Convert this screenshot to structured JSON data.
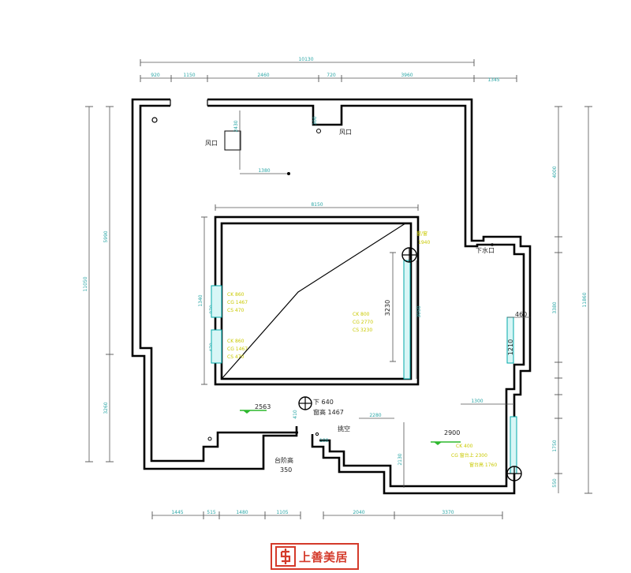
{
  "top_dims": {
    "overall": "10130",
    "segments": [
      "920",
      "1150",
      "2460",
      "720",
      "3960",
      "1345"
    ]
  },
  "bottom_dims": {
    "left_segments": [
      "1445",
      "515",
      "1480",
      "1105"
    ],
    "right_segments": [
      "2040",
      "3370"
    ]
  },
  "left_dims": {
    "overall": "11050",
    "upper": "5990",
    "lower": "3260"
  },
  "right_dims": {
    "overall": "11860",
    "segs": [
      "4000",
      "3380",
      "1750",
      "550"
    ]
  },
  "inner_dims": {
    "courtyard_width": "8150",
    "courtyard_height": "3230",
    "right_window_height": "3050",
    "vent_vertical": "2430",
    "vent_horizontal": "1380",
    "pipe_small": "300",
    "left_dim_a": "1340",
    "left_dim_b": "870",
    "left_dim_c": "470",
    "small_dim_a": "470",
    "step_dim": "1300",
    "side_460": "460",
    "side_1210": "1210",
    "lower_dim": "2280",
    "lower_vertical": "2130",
    "lower_small": "100",
    "lower_small_2": "410"
  },
  "labels": {
    "vent_left": "风口",
    "vent_right": "风口",
    "drain": "下水口",
    "stair_height": "台阶高",
    "stair_height_value": "350",
    "void": "挑空",
    "under_window": "下 640",
    "window_height": "窗高 1467",
    "level_left": "2563",
    "level_right": "2900"
  },
  "window_notes": {
    "left_upper": [
      "CK 860",
      "CG 1467",
      "CS 470"
    ],
    "left_lower": [
      "CK 860",
      "CG 1467",
      "CS 470"
    ],
    "courtyard_right": [
      "CK 800",
      "CG 2770",
      "CS 3230"
    ],
    "right_top": [
      "窗/窗",
      "1940"
    ],
    "bottom_right": [
      "CK 400",
      "CG 窗台上 2300",
      "窗台高 1760"
    ]
  },
  "logo": {
    "text": "上善美居",
    "mark": "S"
  },
  "colors": {
    "dimension_text": "#2aa6a6",
    "window_fill": "#d8f6f6",
    "note_text": "#c9c900",
    "logo_red": "#d43a2a",
    "level_marker": "#2db82d"
  }
}
